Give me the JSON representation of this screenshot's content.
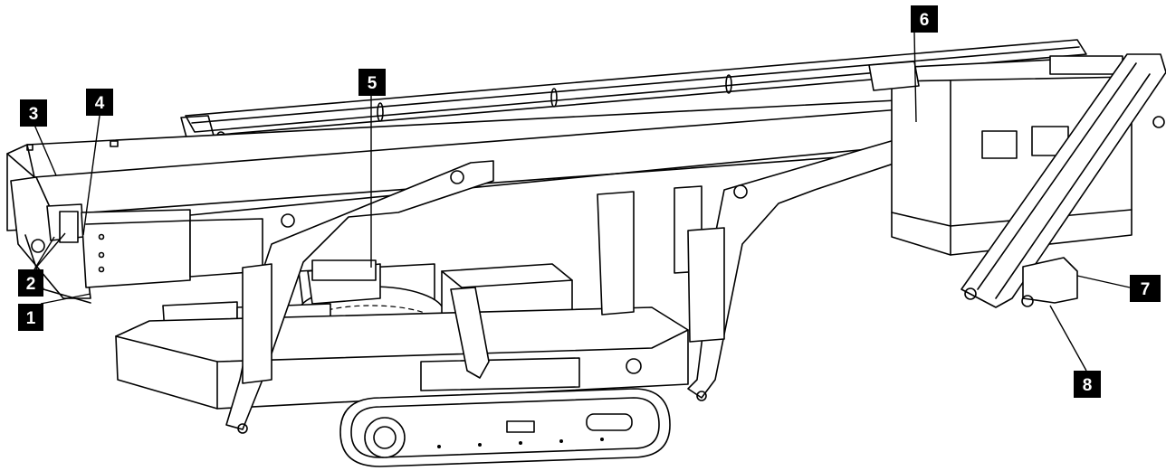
{
  "callouts": [
    {
      "id": "1",
      "label": "1"
    },
    {
      "id": "2",
      "label": "2"
    },
    {
      "id": "3",
      "label": "3"
    },
    {
      "id": "4",
      "label": "4"
    },
    {
      "id": "5",
      "label": "5"
    },
    {
      "id": "6",
      "label": "6"
    },
    {
      "id": "7",
      "label": "7"
    },
    {
      "id": "8",
      "label": "8"
    }
  ],
  "colors": {
    "line": "#000000",
    "background": "#ffffff",
    "callout_fill": "#000000",
    "callout_text": "#ffffff"
  }
}
